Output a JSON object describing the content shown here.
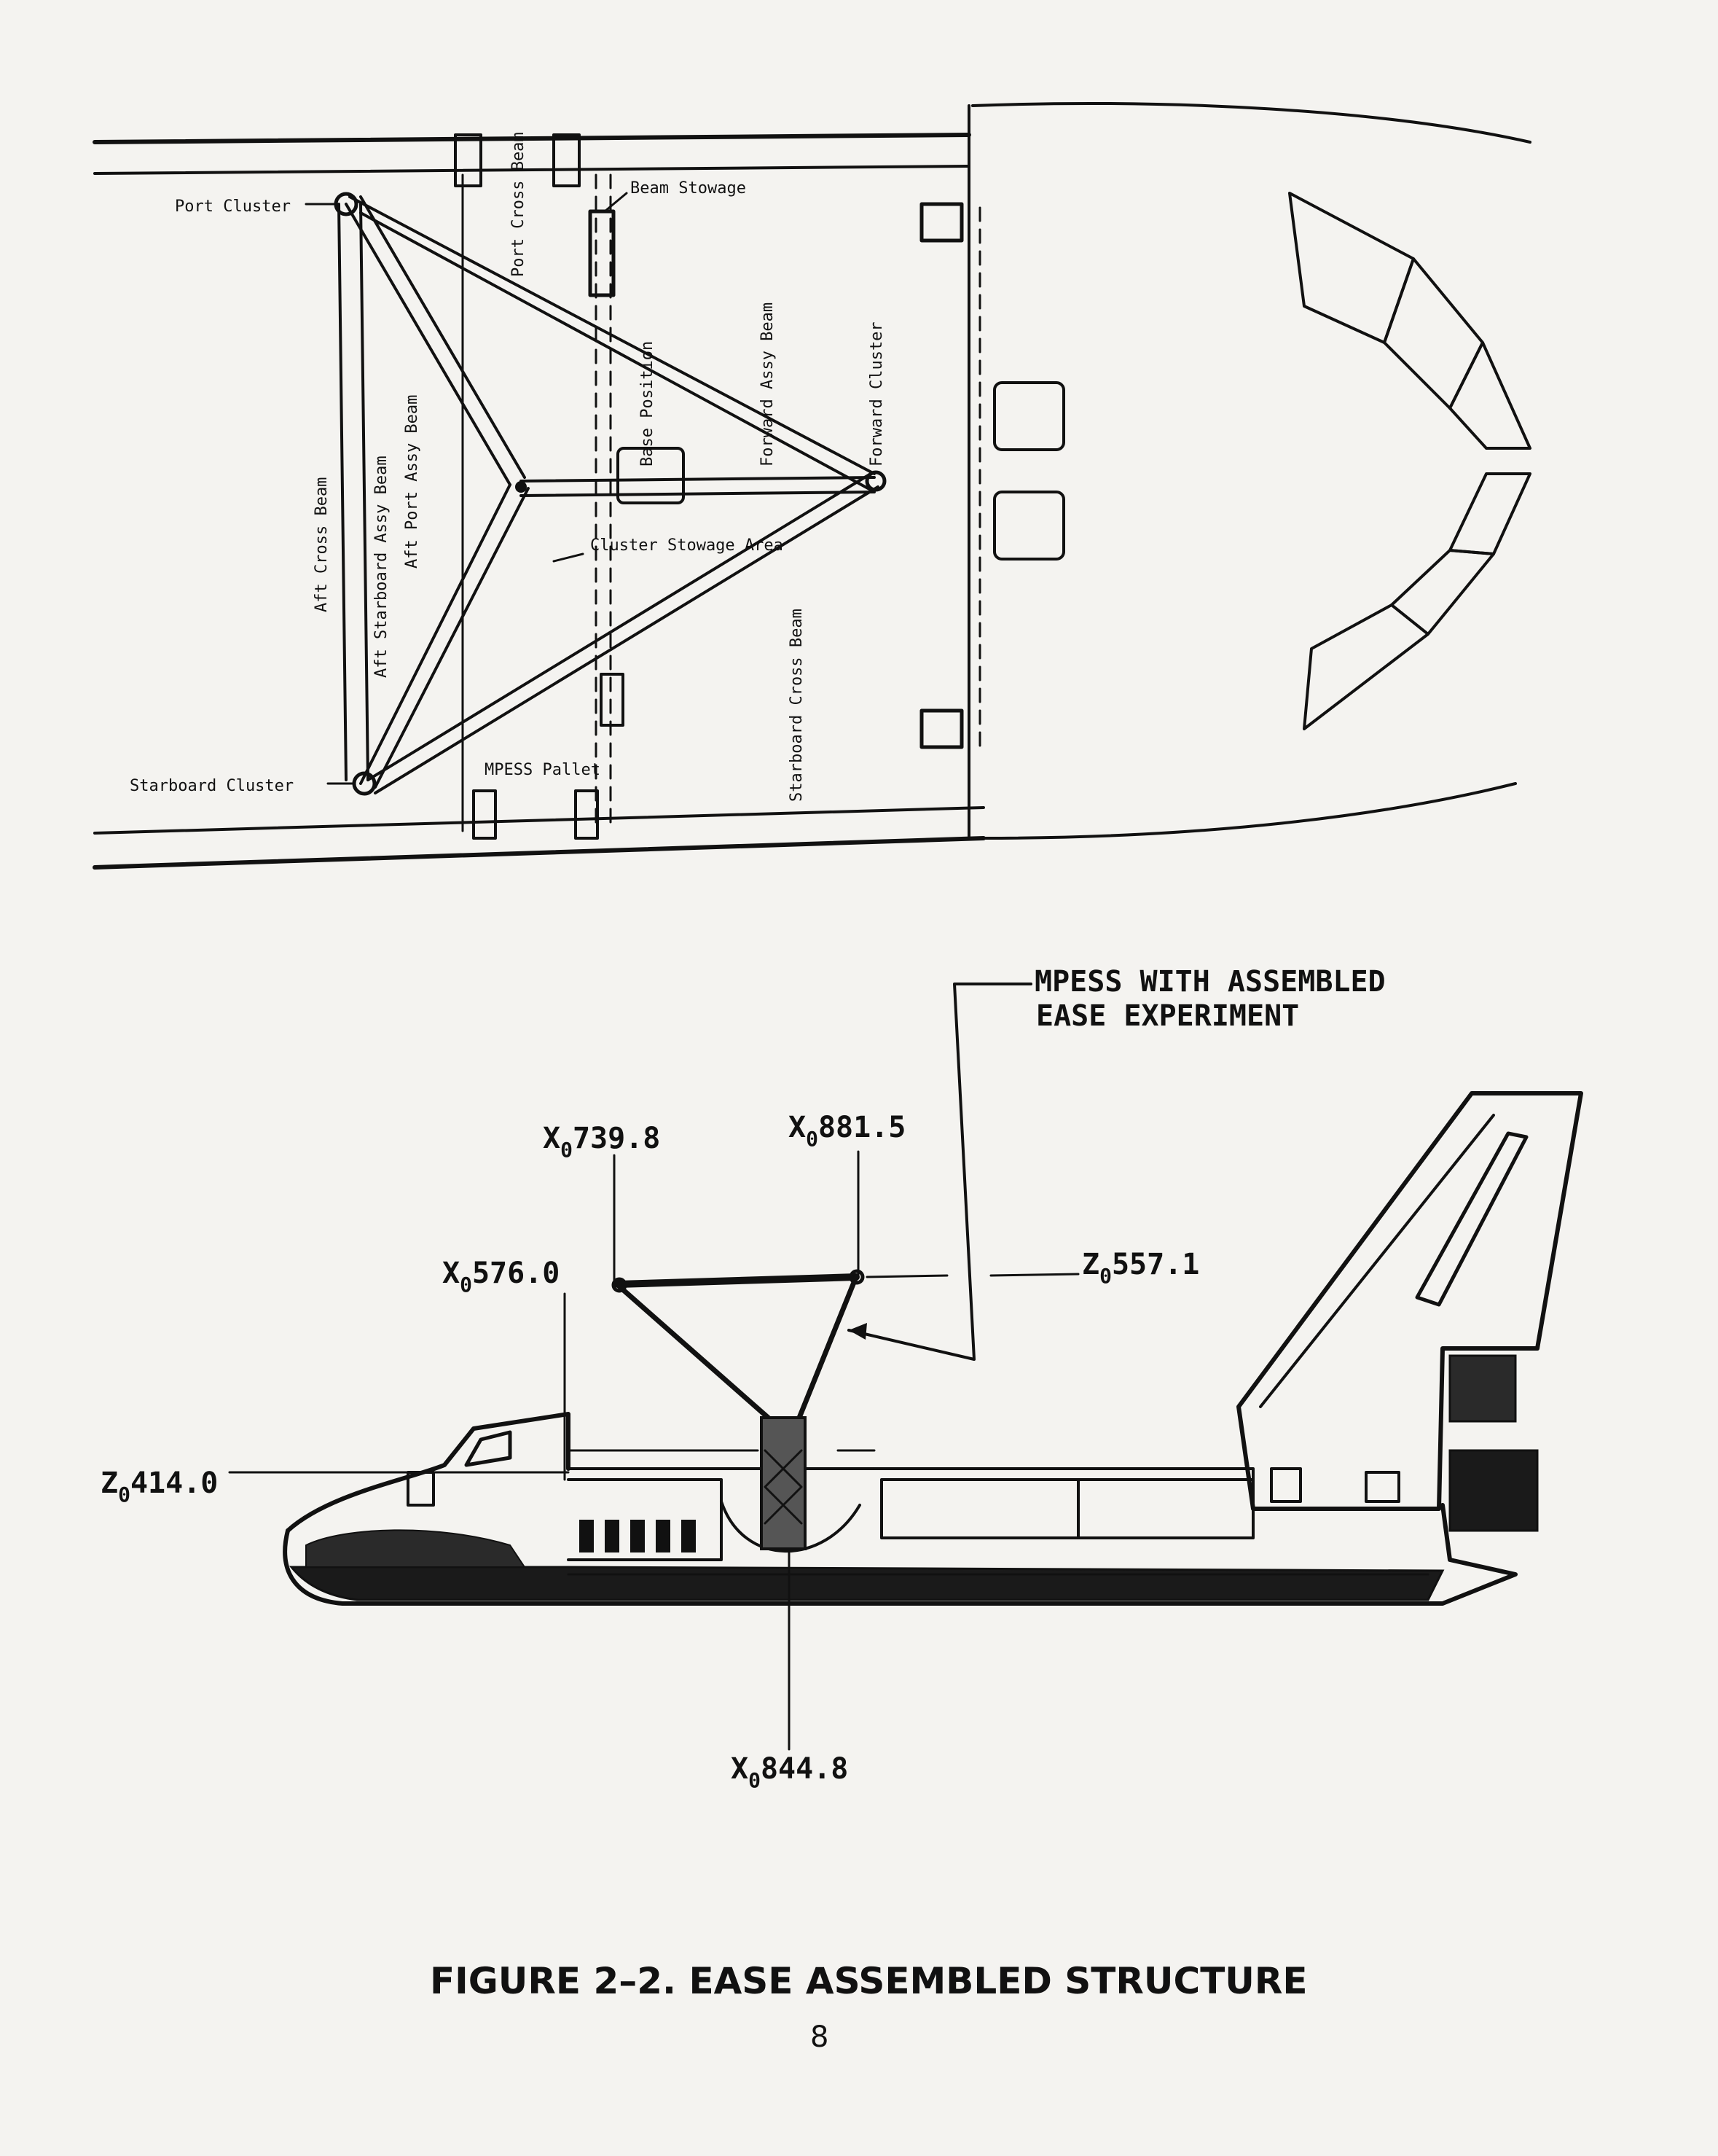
{
  "top_view": {
    "labels": {
      "port_cluster": "Port Cluster",
      "beam_stowage": "Beam Stowage",
      "port_cross_beam": "Port Cross Beam",
      "base_position": "Base Position",
      "forward_assembly_beam": "Forward Assy Beam",
      "forward_cluster": "Forward Cluster",
      "aft_cross_beam": "Aft Cross Beam",
      "aft_starboard_assembly_beam": "Aft Starboard Assy Beam",
      "aft_port_assembly_beam": "Aft Port Assy Beam",
      "cluster_stowage_area": "Cluster Stowage Area",
      "starboard_cross_beam": "Starboard Cross Beam",
      "starboard_cluster": "Starboard Cluster",
      "mpess_pallet": "MPESS Pallet"
    }
  },
  "side_view": {
    "callout": [
      "MPESS WITH ASSEMBLED",
      "EASE EXPERIMENT"
    ],
    "stations": {
      "x739": {
        "sym": "X",
        "sub": "0",
        "val": "739.8"
      },
      "x881": {
        "sym": "X",
        "sub": "0",
        "val": "881.5"
      },
      "x576": {
        "sym": "X",
        "sub": "0",
        "val": "576.0"
      },
      "z557": {
        "sym": "Z",
        "sub": "0",
        "val": "557.1"
      },
      "z414": {
        "sym": "Z",
        "sub": "0",
        "val": "414.0"
      },
      "x844": {
        "sym": "X",
        "sub": "0",
        "val": "844.8"
      }
    }
  },
  "caption": "FIGURE 2–2. EASE ASSEMBLED STRUCTURE",
  "page_number": "8"
}
